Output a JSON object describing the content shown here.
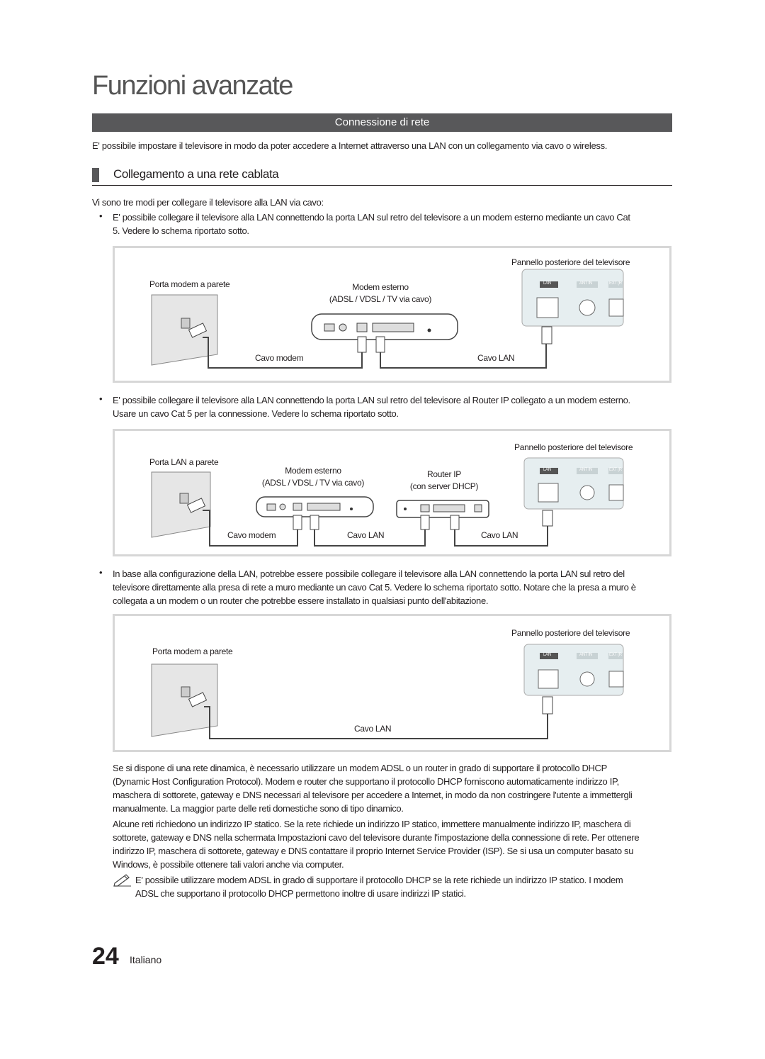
{
  "page": {
    "title": "Funzioni avanzate",
    "section_bar": "Connessione di rete",
    "intro": "E' possibile impostare il televisore in modo da poter accedere a Internet attraverso una LAN con un collegamento via cavo o wireless.",
    "subheading": "Collegamento a una rete cablata",
    "lead": "Vi sono tre modi per collegare il televisore alla LAN via cavo:",
    "bullet_glyph": "•",
    "bullets": [
      {
        "line1": "E' possibile collegare il televisore alla LAN connettendo la porta LAN sul retro del televisore a un modem esterno mediante un cavo Cat",
        "line2": "5. Vedere lo schema riportato sotto."
      },
      {
        "line1": "E' possibile collegare il televisore alla LAN connettendo la porta LAN sul retro del televisore al Router IP collegato a un modem esterno.",
        "line2": "Usare un cavo Cat 5 per la connessione. Vedere lo schema riportato sotto."
      },
      {
        "line1": "In base alla configurazione della LAN, potrebbe essere possibile collegare il televisore alla LAN connettendo la porta LAN sul retro del",
        "line2": "televisore direttamente alla presa di rete a muro mediante un cavo Cat 5. Vedere lo schema riportato sotto. Notare che la presa a muro è",
        "line3": "collegata a un modem o un router che potrebbe essere installato in qualsiasi punto dell'abitazione."
      }
    ],
    "diagram1": {
      "tv_panel": "Pannello posteriore del televisore",
      "wall_port": "Porta modem a parete",
      "modem_line1": "Modem esterno",
      "modem_line2": "(ADSL / VDSL / TV via cavo)",
      "cable_modem": "Cavo modem",
      "cable_lan": "Cavo LAN",
      "port_lan": "LAN",
      "port_ant": "ANT IN",
      "port_ext": "EXT (R"
    },
    "diagram2": {
      "tv_panel": "Pannello posteriore del televisore",
      "wall_port": "Porta LAN a parete",
      "modem_line1": "Modem esterno",
      "modem_line2": "(ADSL / VDSL / TV via cavo)",
      "router_line1": "Router IP",
      "router_line2": "(con server DHCP)",
      "cable_modem": "Cavo modem",
      "cable_lan_a": "Cavo LAN",
      "cable_lan_b": "Cavo LAN",
      "port_lan": "LAN",
      "port_ant": "ANT IN",
      "port_ext": "EXT (R"
    },
    "diagram3": {
      "tv_panel": "Pannello posteriore del televisore",
      "wall_port": "Porta modem a parete",
      "cable_lan": "Cavo LAN",
      "port_lan": "LAN",
      "port_ant": "ANT IN",
      "port_ext": "EXT (R"
    },
    "body1": [
      "Se si dispone di una rete dinamica, è necessario utilizzare un modem ADSL o un router in grado di supportare il protocollo DHCP",
      "(Dynamic Host Configuration Protocol). Modem e router che supportano il protocollo DHCP forniscono automaticamente indirizzo IP,",
      "maschera di sottorete, gateway e DNS necessari al televisore per accedere a Internet, in modo da non costringere l'utente a immettergli",
      "manualmente. La maggior parte delle reti domestiche sono di tipo dinamico."
    ],
    "body2": [
      "Alcune reti richiedono un indirizzo IP statico. Se la rete richiede un indirizzo IP statico, immettere manualmente indirizzo IP, maschera di",
      "sottorete, gateway e DNS nella schermata Impostazioni cavo del televisore durante l'impostazione della connessione di rete. Per ottenere",
      "indirizzo IP, maschera di sottorete, gateway e DNS contattare il proprio Internet Service Provider (ISP). Se si usa un computer basato su",
      "Windows, è possibile ottenere tali valori anche via computer."
    ],
    "note": [
      "E' possibile utilizzare modem ADSL in grado di supportare il protocollo DHCP se la rete richiede un indirizzo IP statico. I modem",
      "ADSL che supportano il protocollo DHCP permettono inoltre di usare indirizzi IP statici."
    ],
    "page_number": "24",
    "language": "Italiano"
  }
}
